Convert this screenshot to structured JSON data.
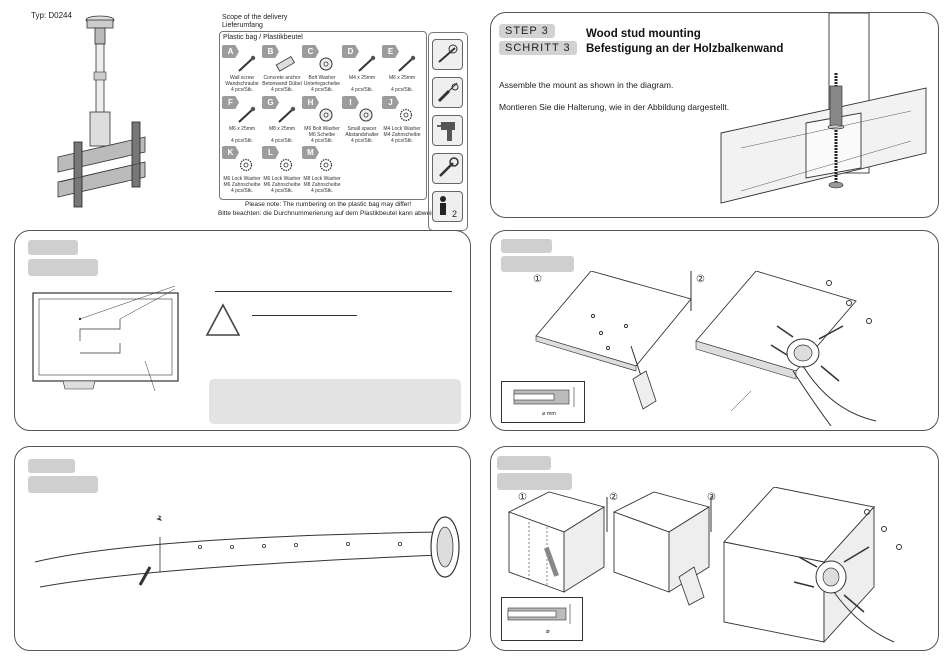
{
  "header": {
    "type_label": "Typ: D0244"
  },
  "delivery": {
    "title_en": "Scope of the delivery",
    "title_de": "Lieferumfang",
    "bag_title": "Plastic bag / Plastikbeutel",
    "items": [
      {
        "letter": "A",
        "name": "Wall screw\nWandschraube",
        "qty": "4 pcs/Stk."
      },
      {
        "letter": "B",
        "name": "Concrete anchor\nBetonwand Dübel",
        "qty": "4 pcs/Stk."
      },
      {
        "letter": "C",
        "name": "Bolt Washer\nUnterlegscheibe",
        "qty": "4 pcs/Stk."
      },
      {
        "letter": "D",
        "name": "M4 x 25mm",
        "qty": "4 pcs/Stk."
      },
      {
        "letter": "E",
        "name": "M6 x 25mm",
        "qty": "4 pcs/Stk."
      },
      {
        "letter": "F",
        "name": "M6 x 25mm",
        "qty": "4 pcs/Stk."
      },
      {
        "letter": "G",
        "name": "M8 x 25mm",
        "qty": "4 pcs/Stk."
      },
      {
        "letter": "H",
        "name": "M6 Bolt Washer\nM6 Scheibe",
        "qty": "4 pcs/Stk."
      },
      {
        "letter": "I",
        "name": "Small spacer\nAbstandshalter",
        "qty": "4 pcs/Stk."
      },
      {
        "letter": "J",
        "name": "M4 Lock Washer\nM4 Zahnscheibe",
        "qty": "4 pcs/Stk."
      },
      {
        "letter": "K",
        "name": "M6 Lock Washer\nM6 Zahnscheibe",
        "qty": "4 pcs/Stk."
      },
      {
        "letter": "L",
        "name": "M6 Lock Washer\nM6 Zahnscheibe",
        "qty": "4 pcs/Stk."
      },
      {
        "letter": "M",
        "name": "M8 Lock Washer\nM8 Zahnscheibe",
        "qty": "4 pcs/Stk."
      }
    ],
    "note_en": "Please note: The numbering on the plastic bag may differ!",
    "note_de": "Bitte beachten: die Durchnummerierung auf dem Plastikbeutel kann abweichen!"
  },
  "tools": [
    "drill-bit-icon",
    "screwdriver-icon",
    "power-drill-icon",
    "wrench-icon",
    "two-person-icon"
  ],
  "tools_badge": "2",
  "step3": {
    "step_en": "STEP 3",
    "step_de": "SCHRITT 3",
    "title_en": "Wood stud mounting",
    "title_de": "Befestigung an der Holzbalkenwand",
    "desc_en": "Assemble the mount as shown in the diagram.",
    "desc_de": "Montieren Sie die Halterung, wie in der Abbildung dargestellt."
  },
  "panel_wood": {
    "marker1": "①",
    "marker2": "②",
    "dim_label": "⌀ mm"
  },
  "panel_concrete": {
    "marker1": "①",
    "marker2": "②",
    "marker3": "③",
    "dim_label": "⌀"
  }
}
